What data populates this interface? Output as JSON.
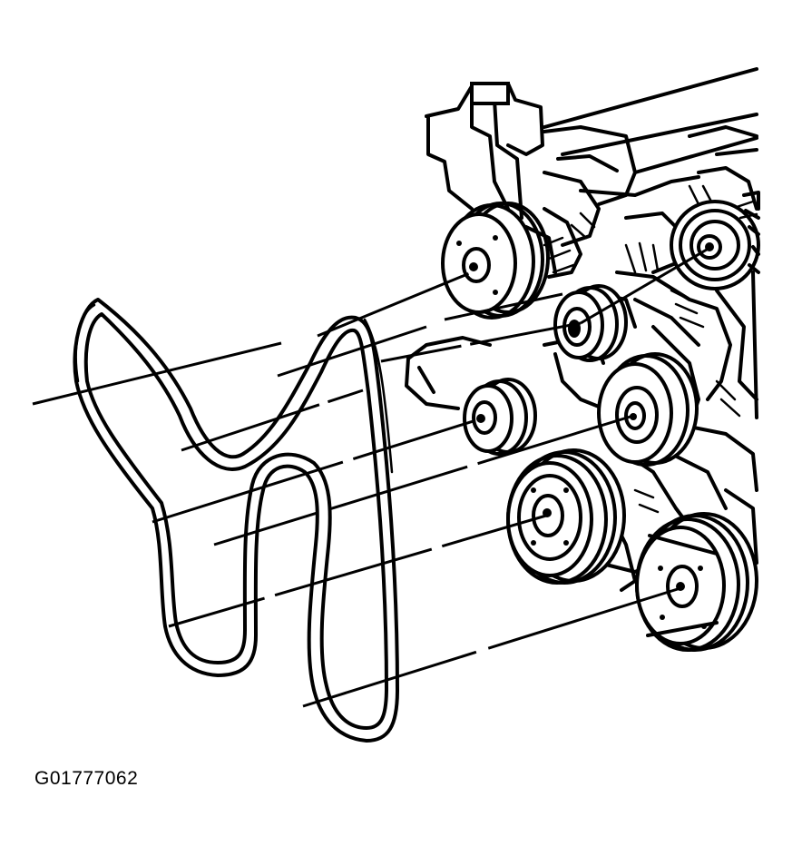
{
  "figure_id": "G01777062",
  "colors": {
    "ink": "#000000",
    "paper": "#ffffff"
  },
  "components": [
    "drive-belt",
    "power-steering-pump-pulley",
    "camshaft-sprocket",
    "idler-pulley-upper",
    "belt-tensioner-pulley",
    "idler-pulley-lower",
    "ac-compressor-pulley",
    "crankshaft-pulley"
  ]
}
